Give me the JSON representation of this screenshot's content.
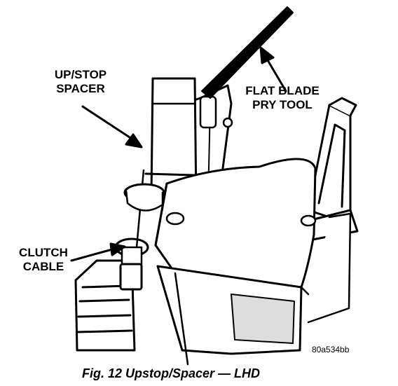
{
  "labels": {
    "upstop_line1": "UP/STOP",
    "upstop_line2": "SPACER",
    "pry_line1": "FLAT BLADE",
    "pry_line2": "PRY TOOL",
    "clutch_line1": "CLUTCH",
    "clutch_line2": "CABLE"
  },
  "figure_code": "80a534bb",
  "caption": "Fig. 12 Upstop/Spacer — LHD",
  "colors": {
    "ink": "#000000",
    "paper": "#ffffff",
    "shade": "#dddddd"
  }
}
